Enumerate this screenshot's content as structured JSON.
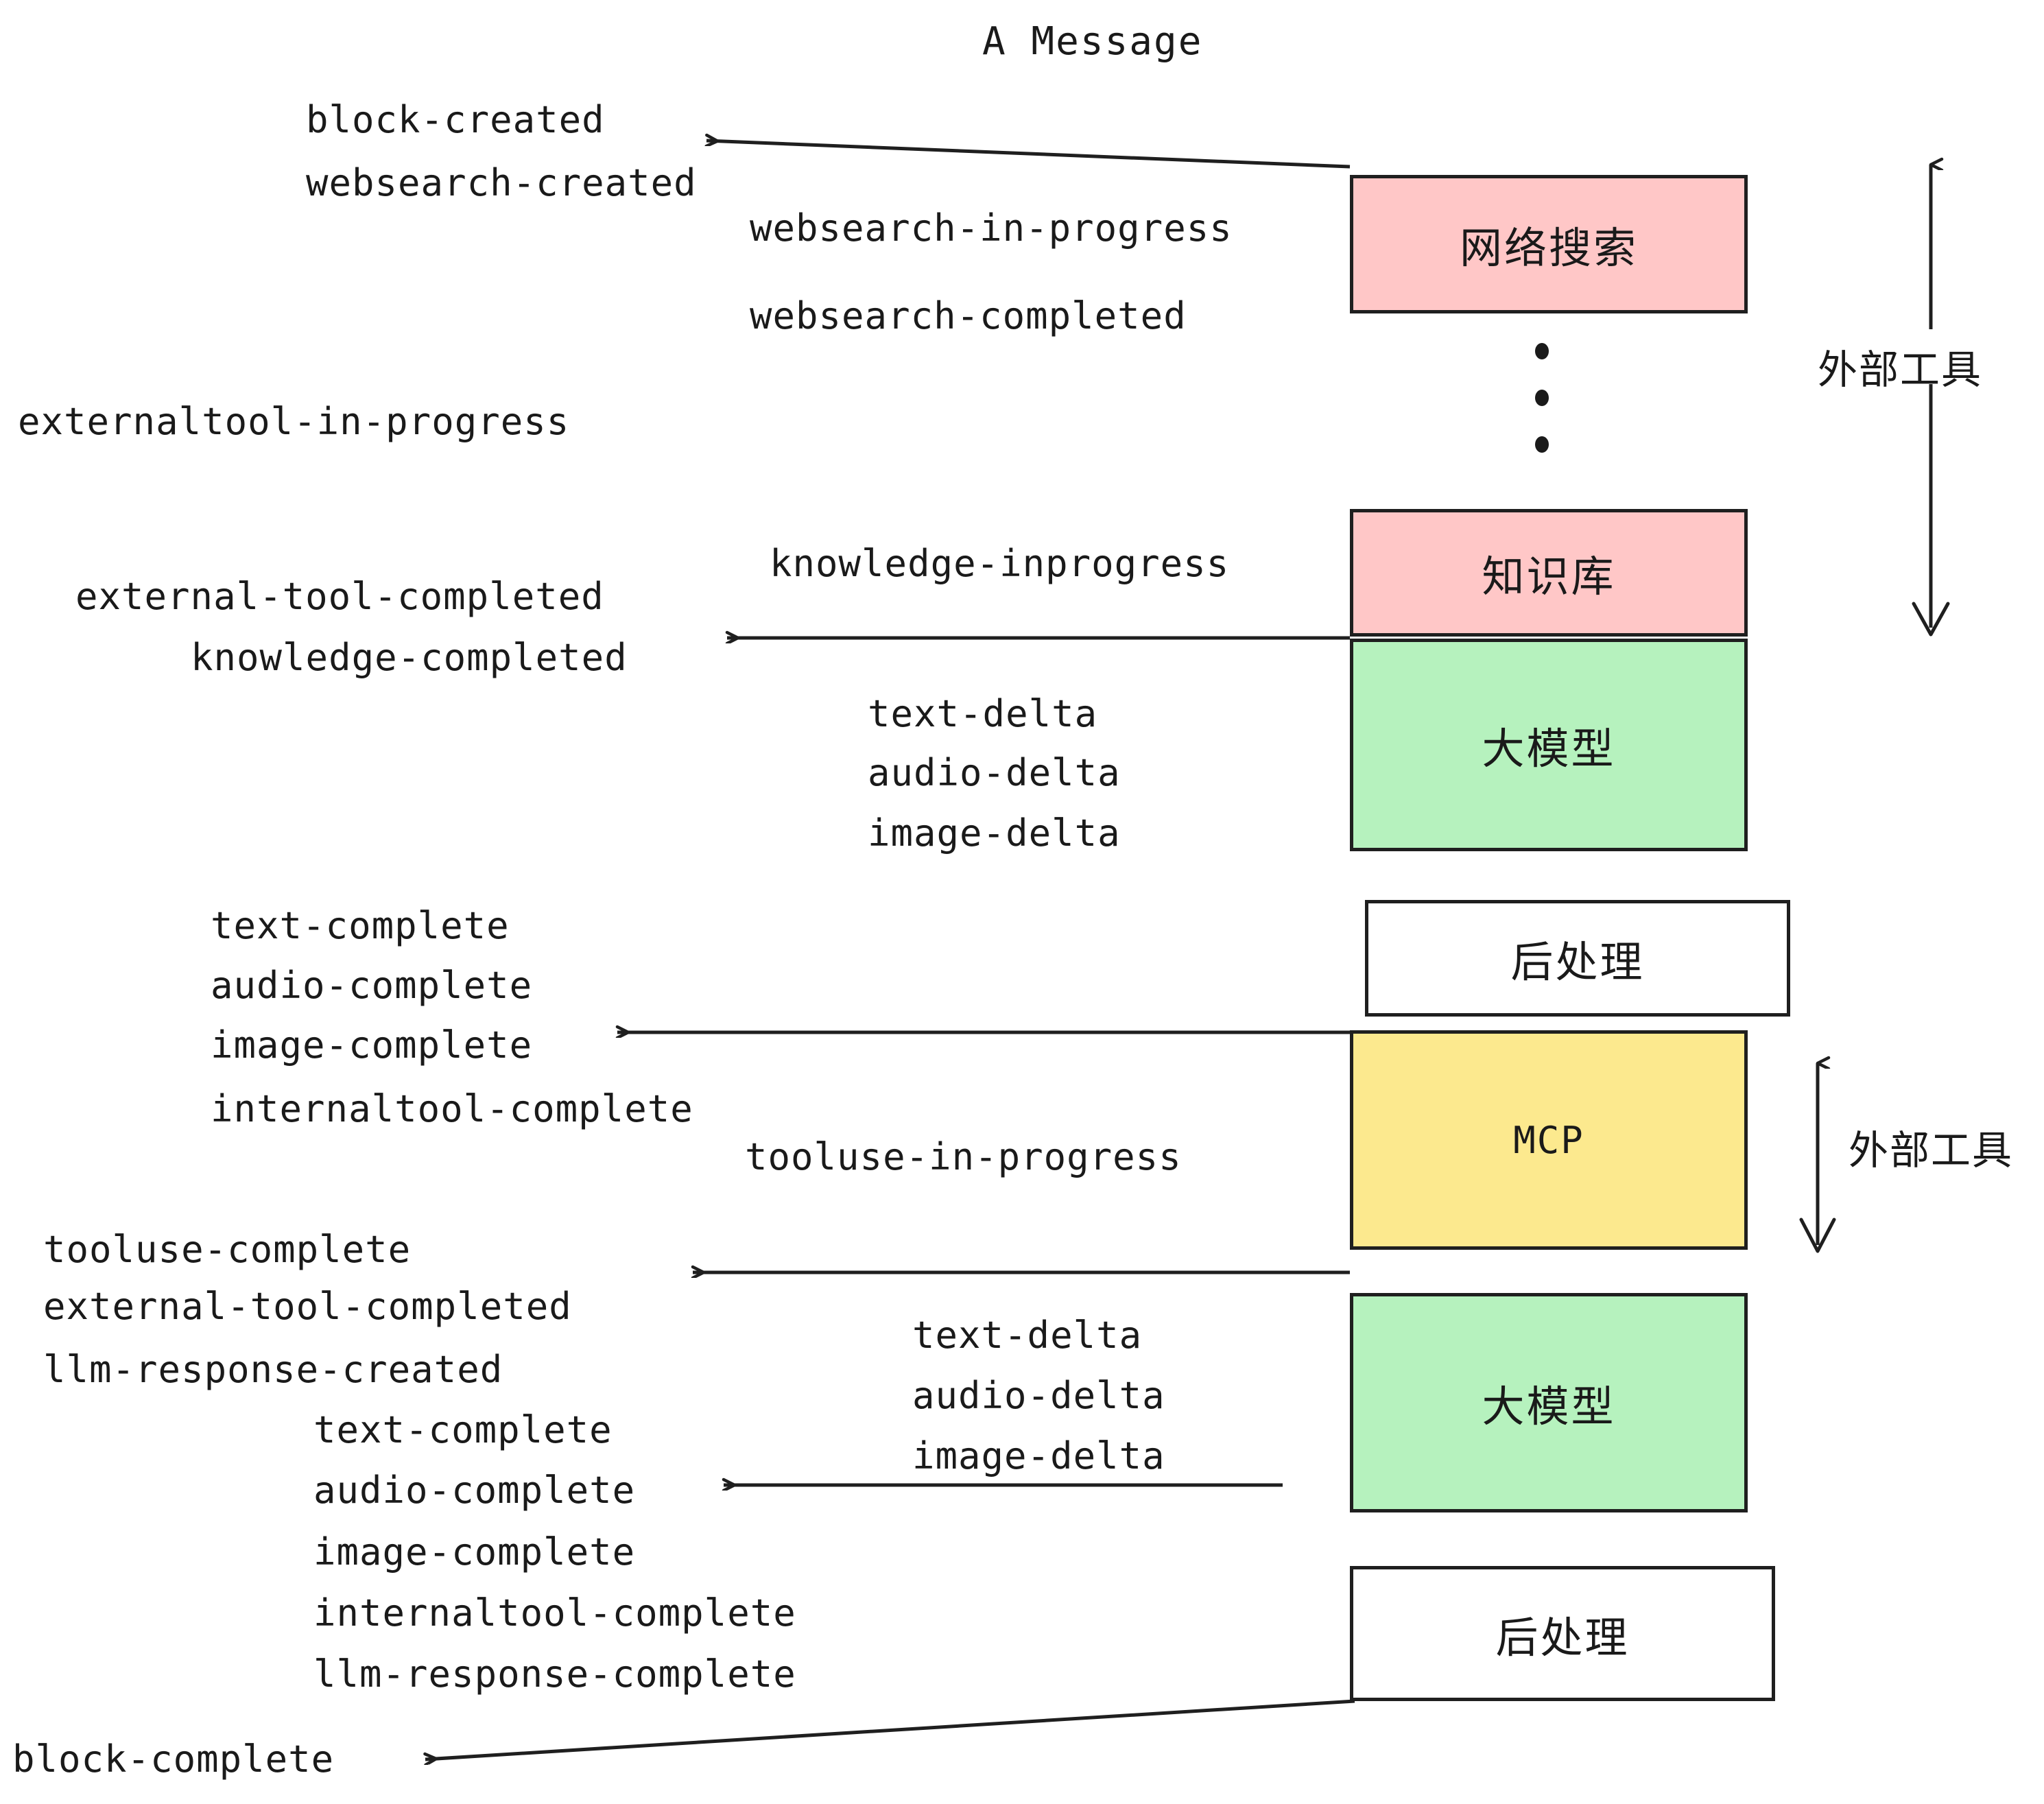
{
  "diagram": {
    "title": "A Message",
    "background_color": "#ffffff",
    "stroke_color": "#1f1f1f"
  },
  "palette": {
    "pink": "#FFC7C7",
    "green": "#B6F2BE",
    "yellow": "#FCE98E",
    "white": "#FFFFFF",
    "ink": "#1a1a1a"
  },
  "nodes": [
    {
      "id": "websearch",
      "label": "网络搜索",
      "color": "#FFC7C7",
      "latin": false
    },
    {
      "id": "knowledge",
      "label": "知识库",
      "color": "#FFC7C7",
      "latin": false
    },
    {
      "id": "llm-1",
      "label": "大模型",
      "color": "#B6F2BE",
      "latin": false
    },
    {
      "id": "post-1",
      "label": "后处理",
      "color": "#FFFFFF",
      "latin": false
    },
    {
      "id": "mcp",
      "label": "MCP",
      "color": "#FCE98E",
      "latin": true
    },
    {
      "id": "llm-2",
      "label": "大模型",
      "color": "#B6F2BE",
      "latin": false
    },
    {
      "id": "post-2",
      "label": "后处理",
      "color": "#FFFFFF",
      "latin": false
    }
  ],
  "side_labels": [
    {
      "id": "external-tools-top",
      "text": "外部工具"
    },
    {
      "id": "external-tools-bottom",
      "text": "外部工具"
    }
  ],
  "events": [
    {
      "id": "block-created",
      "text": "block-created"
    },
    {
      "id": "websearch-created",
      "text": "websearch-created"
    },
    {
      "id": "websearch-in-progress",
      "text": "websearch-in-progress"
    },
    {
      "id": "websearch-completed",
      "text": "websearch-completed"
    },
    {
      "id": "externaltool-in-progress",
      "text": "externaltool-in-progress"
    },
    {
      "id": "knowledge-inprogress",
      "text": "knowledge-inprogress"
    },
    {
      "id": "external-tool-completed-1",
      "text": "external-tool-completed"
    },
    {
      "id": "knowledge-completed",
      "text": "knowledge-completed"
    },
    {
      "id": "text-delta-1",
      "text": "text-delta"
    },
    {
      "id": "audio-delta-1",
      "text": "audio-delta"
    },
    {
      "id": "image-delta-1",
      "text": "image-delta"
    },
    {
      "id": "text-complete-1",
      "text": "text-complete"
    },
    {
      "id": "audio-complete-1",
      "text": "audio-complete"
    },
    {
      "id": "image-complete-1",
      "text": "image-complete"
    },
    {
      "id": "internaltool-complete-1",
      "text": "internaltool-complete"
    },
    {
      "id": "tooluse-in-progress",
      "text": "tooluse-in-progress"
    },
    {
      "id": "tooluse-complete",
      "text": "tooluse-complete"
    },
    {
      "id": "external-tool-completed-2",
      "text": "external-tool-completed"
    },
    {
      "id": "llm-response-created",
      "text": "llm-response-created"
    },
    {
      "id": "text-delta-2",
      "text": "text-delta"
    },
    {
      "id": "audio-delta-2",
      "text": "audio-delta"
    },
    {
      "id": "image-delta-2",
      "text": "image-delta"
    },
    {
      "id": "text-complete-2",
      "text": "text-complete"
    },
    {
      "id": "audio-complete-2",
      "text": "audio-complete"
    },
    {
      "id": "image-complete-2",
      "text": "image-complete"
    },
    {
      "id": "internaltool-complete-2",
      "text": "internaltool-complete"
    },
    {
      "id": "llm-response-complete",
      "text": "llm-response-complete"
    },
    {
      "id": "block-complete",
      "text": "block-complete"
    }
  ]
}
